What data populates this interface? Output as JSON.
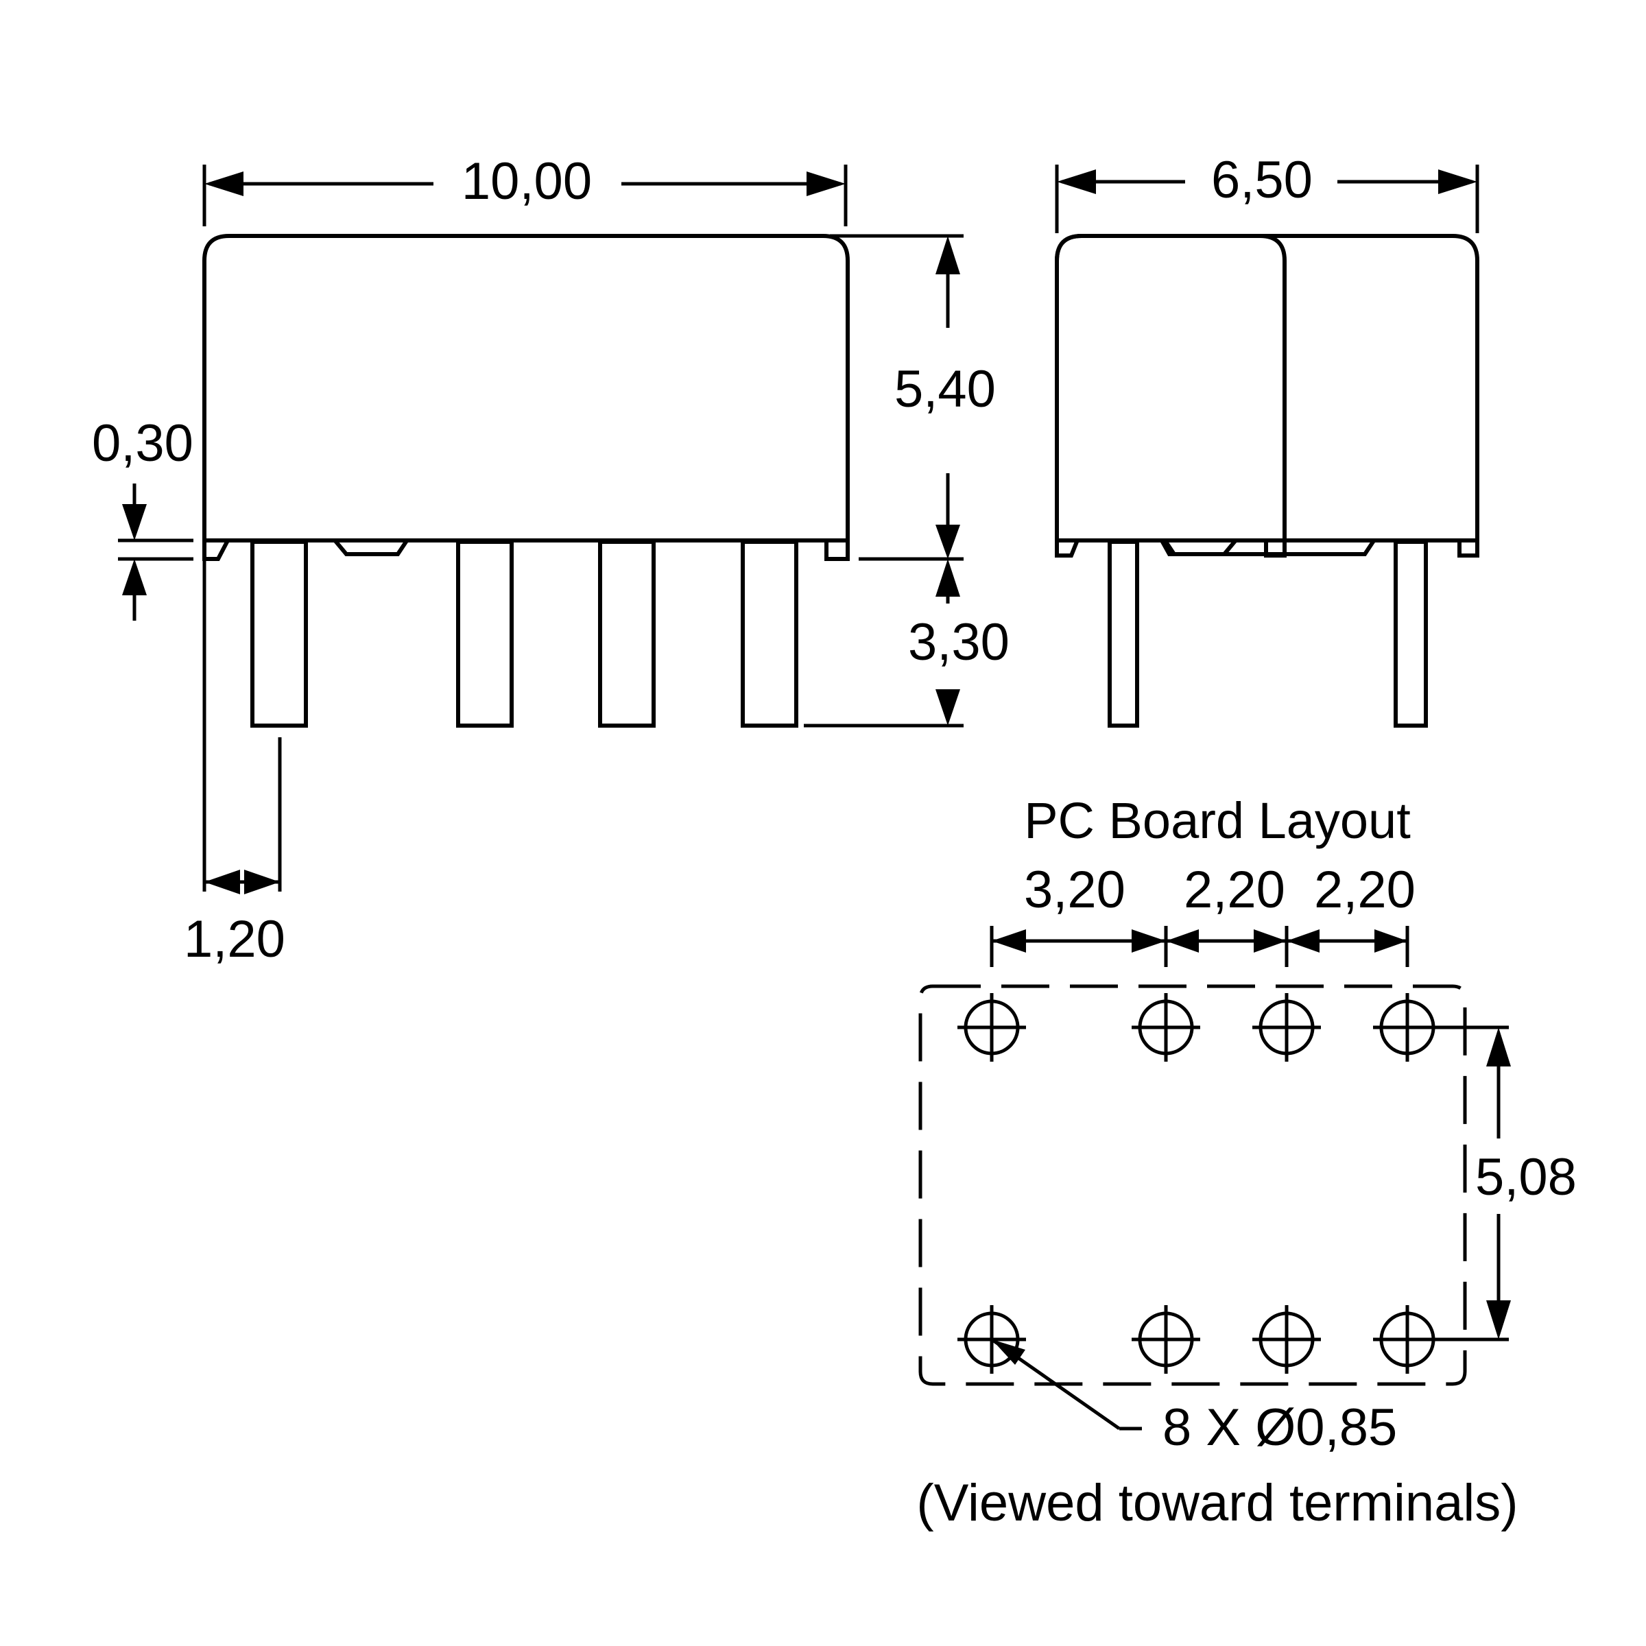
{
  "front_view": {
    "width_dim": "10,00",
    "height_dim": "5,40",
    "standoff_dim": "0,30",
    "pin_length_dim": "3,30",
    "pin_offset_dim": "1,20"
  },
  "side_view": {
    "width_dim": "6,50"
  },
  "pcb_layout": {
    "title": "PC Board Layout",
    "spacing_dims": [
      "3,20",
      "2,20",
      "2,20"
    ],
    "row_spacing_dim": "5,08",
    "hole_callout": "8 X Ø0,85",
    "view_note": "(Viewed toward terminals)"
  }
}
